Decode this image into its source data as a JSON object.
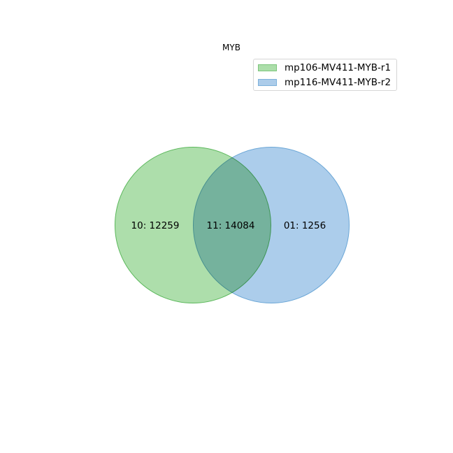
{
  "title": "MYB",
  "sets": [
    {
      "name": "mp106-MV411-MYB-r1",
      "fill": "#98d696",
      "stroke": "#5cb85c",
      "fill_opacity": 0.8
    },
    {
      "name": "mp116-MV411-MYB-r2",
      "fill": "#a0c5e8",
      "stroke": "#6aa6d6",
      "fill_opacity": 0.87
    }
  ],
  "regions": [
    {
      "id": "10",
      "label": "10: 12259",
      "count": 12259
    },
    {
      "id": "11",
      "label": "11: 14084",
      "count": 14084
    },
    {
      "id": "01",
      "label": "01: 1256",
      "count": 1256
    }
  ],
  "legend": {
    "placement": "top-right"
  }
}
